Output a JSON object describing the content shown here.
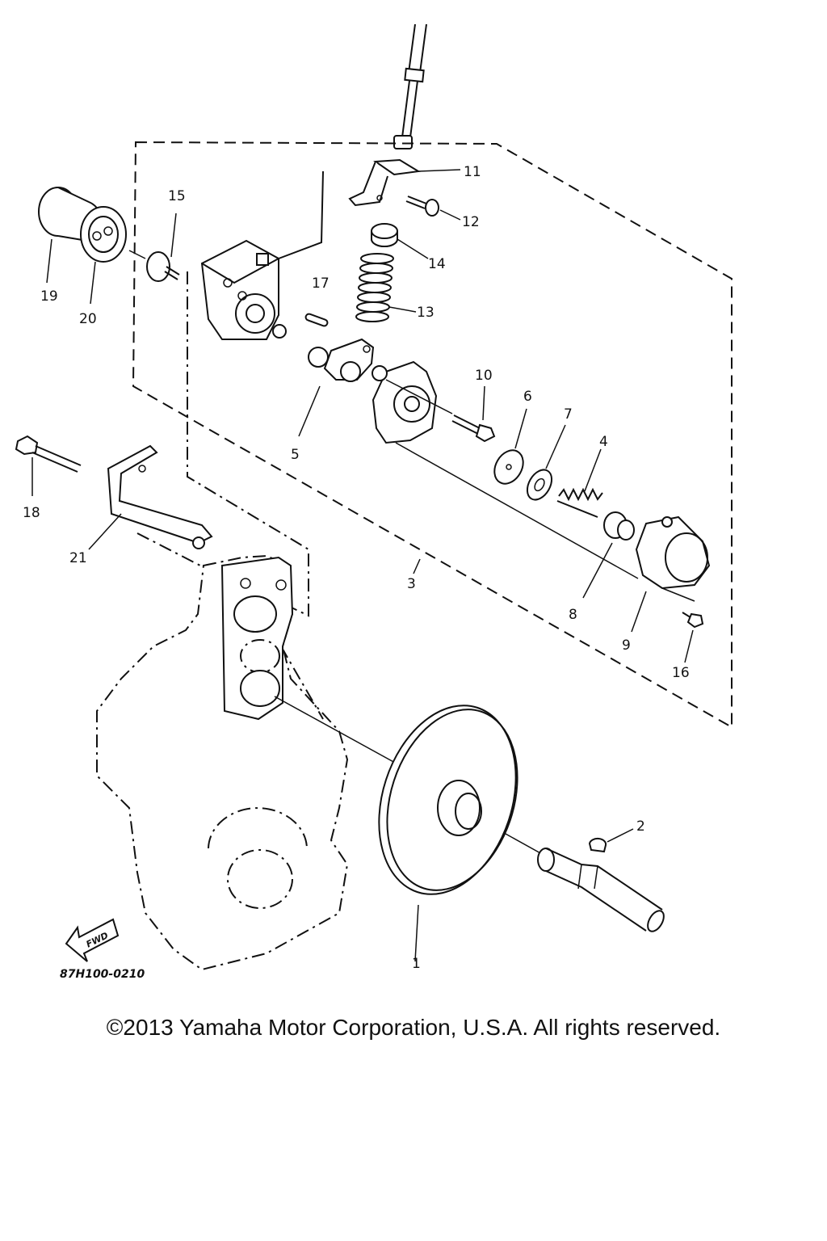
{
  "callouts": {
    "n1": "1",
    "n2": "2",
    "n3": "3",
    "n4": "4",
    "n5": "5",
    "n6": "6",
    "n7": "7",
    "n8": "8",
    "n9": "9",
    "n10": "10",
    "n11": "11",
    "n12": "12",
    "n13": "13",
    "n14": "14",
    "n15": "15",
    "n16": "16",
    "n17": "17",
    "n18": "18",
    "n19": "19",
    "n20": "20",
    "n21": "21"
  },
  "fwd_label": "FWD",
  "diagram_code": "87H100-0210",
  "copyright": "©2013 Yamaha Motor Corporation, U.S.A. All rights reserved."
}
